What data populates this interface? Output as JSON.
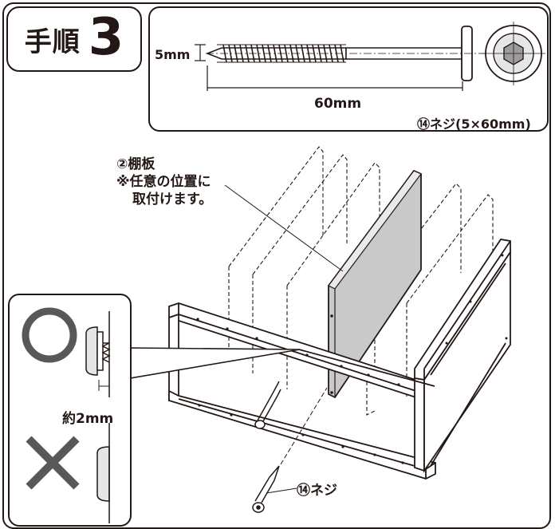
{
  "step": {
    "label": "手順",
    "number": "3"
  },
  "screw_spec": {
    "diameter_label": "5mm",
    "length_label": "60mm",
    "part_label": "⑭ネジ(5×60mm)"
  },
  "shelf_callout": {
    "title": "②棚板",
    "note_line1": "※任意の位置に",
    "note_line2": "取付けます。"
  },
  "detail": {
    "ok_symbol": "○",
    "ng_symbol": "✕",
    "gap_label": "約2mm"
  },
  "screw_callout": {
    "label": "⑭ネジ"
  },
  "colors": {
    "line": "#231815",
    "shelf_gray": "#c9c9c9",
    "hex_gray": "#9c9c9c"
  }
}
